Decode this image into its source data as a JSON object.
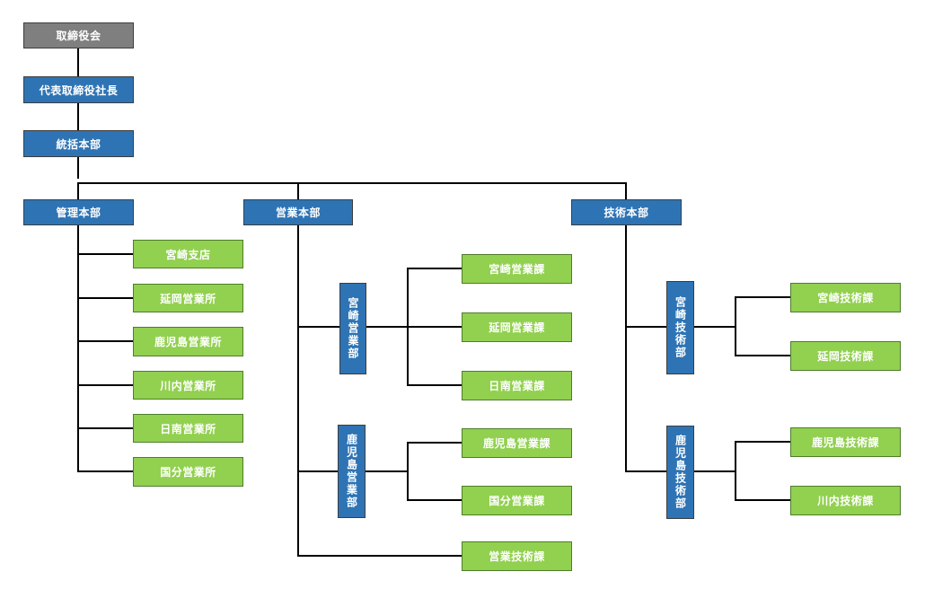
{
  "board": "取締役会",
  "president": "代表取締役社長",
  "hq": "統括本部",
  "admin": {
    "title": "管理本部",
    "branches": [
      "宮崎支店",
      "延岡営業所",
      "鹿児島営業所",
      "川内営業所",
      "日南営業所",
      "国分営業所"
    ]
  },
  "sales": {
    "title": "営業本部",
    "miyazaki": {
      "title": "宮崎営業部",
      "sections": [
        "宮崎営業課",
        "延岡営業課",
        "日南営業課"
      ]
    },
    "kagoshima": {
      "title": "鹿児島営業部",
      "sections": [
        "鹿児島営業課",
        "国分営業課"
      ]
    },
    "tech_section": "営業技術課"
  },
  "tech": {
    "title": "技術本部",
    "miyazaki": {
      "title": "宮崎技術部",
      "sections": [
        "宮崎技術課",
        "延岡技術課"
      ]
    },
    "kagoshima": {
      "title": "鹿児島技術部",
      "sections": [
        "鹿児島技術課",
        "川内技術課"
      ]
    }
  },
  "colors": {
    "board": "#7f7f7f",
    "department": "#2e74b5",
    "section": "#92d050",
    "connector": "#000000"
  }
}
